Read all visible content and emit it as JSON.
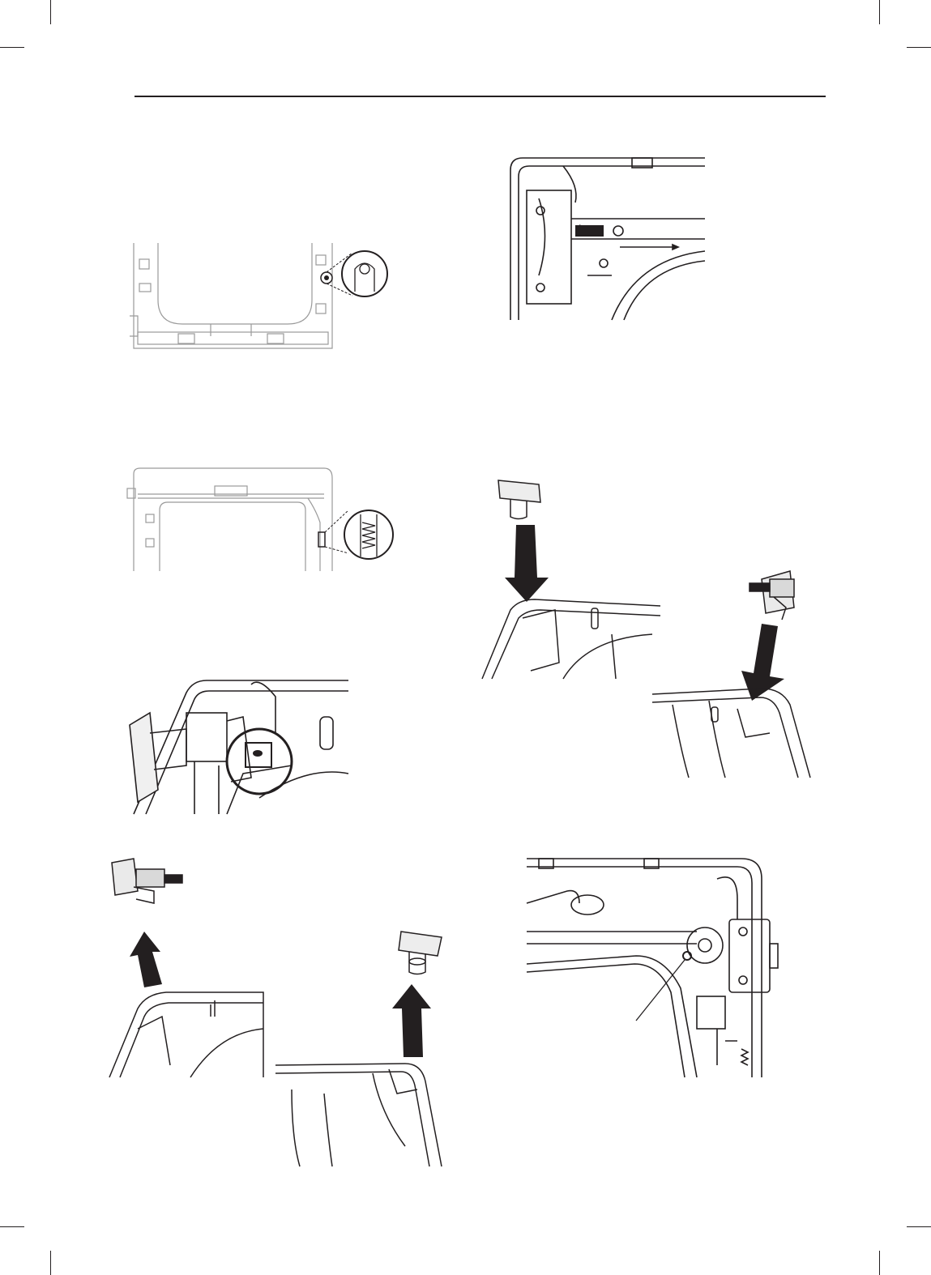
{
  "page": {
    "type": "service-manual-illustration-page",
    "text_content": []
  },
  "figures": [
    {
      "id": "fig-1",
      "label": ""
    },
    {
      "id": "fig-2",
      "label": ""
    },
    {
      "id": "fig-3",
      "label": ""
    },
    {
      "id": "fig-4",
      "label": ""
    },
    {
      "id": "fig-5",
      "label": ""
    },
    {
      "id": "fig-6",
      "label": ""
    },
    {
      "id": "fig-7",
      "label": ""
    },
    {
      "id": "fig-8",
      "label": ""
    },
    {
      "id": "fig-9",
      "label": ""
    },
    {
      "id": "fig-10",
      "label": ""
    },
    {
      "id": "fig-11",
      "label": ""
    }
  ],
  "colors": {
    "ink": "#231f20",
    "light_line": "#9a9a9a",
    "arrow_fill": "#231f20",
    "paper": "#ffffff"
  }
}
